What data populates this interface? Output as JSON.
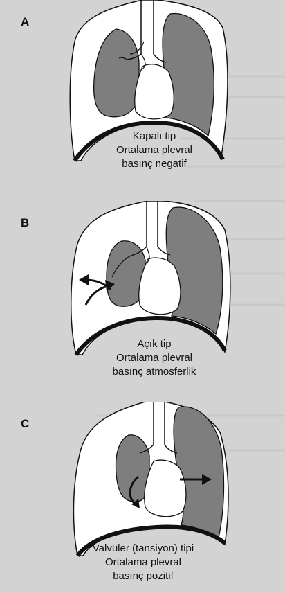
{
  "panels": [
    {
      "label": "A",
      "caption": [
        "Kapalı tip",
        "Ortalama plevral",
        "basınç negatif"
      ]
    },
    {
      "label": "B",
      "caption": [
        "Açık tip",
        "Ortalama plevral",
        "basınç atmosferlik"
      ]
    },
    {
      "label": "C",
      "caption": [
        "Valvüler (tansiyon) tipi",
        "Ortalama plevral",
        "basınç pozitif"
      ]
    }
  ],
  "colors": {
    "background": "#d3d3d3",
    "lung_fill": "#7e7e7e",
    "outline": "#111111",
    "chest_fill": "#ffffff"
  }
}
